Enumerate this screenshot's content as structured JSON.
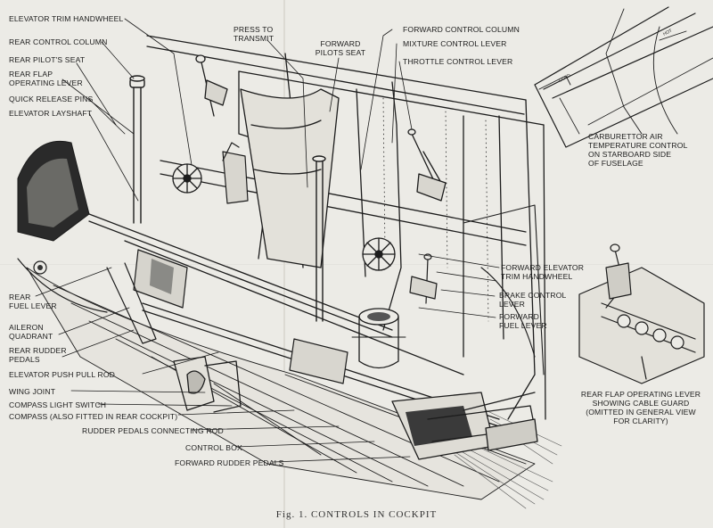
{
  "labels": {
    "elevator_trim_handwheel": "ELEVATOR TRIM HANDWHEEL",
    "rear_control_column": "REAR CONTROL COLUMN",
    "rear_pilots_seat": "REAR PILOT'S SEAT",
    "rear_flap_operating_lever": [
      "REAR FLAP",
      "OPERATING LEVER"
    ],
    "quick_release_pins": "QUICK RELEASE PINS",
    "elevator_layshaft": "ELEVATOR LAYSHAFT",
    "press_to_transmit": [
      "PRESS TO",
      "TRANSMIT"
    ],
    "forward_pilots_seat": [
      "FORWARD",
      "PILOTS SEAT"
    ],
    "forward_control_column": "FORWARD CONTROL COLUMN",
    "mixture_control_lever": "MIXTURE CONTROL LEVER",
    "throttle_control_lever": "THROTTLE CONTROL LEVER",
    "carburettor_air": [
      "CARBURETTOR AIR",
      "TEMPERATURE CONTROL",
      "ON STARBOARD SIDE",
      "OF FUSELAGE"
    ],
    "forward_elevator_trim_handwheel": [
      "FORWARD ELEVATOR",
      "TRIM HANDWHEEL"
    ],
    "brake_control_lever": [
      "BRAKE CONTROL",
      "LEVER"
    ],
    "forward_fuel_lever": [
      "FORWARD",
      "FUEL LEVER"
    ],
    "rear_fuel_lever": [
      "REAR",
      "FUEL LEVER"
    ],
    "aileron_quadrant": [
      "AILERON",
      "QUADRANT"
    ],
    "rear_rudder_pedals": [
      "REAR RUDDER",
      "PEDALS"
    ],
    "elevator_push_pull_rod": "ELEVATOR PUSH PULL ROD",
    "wing_joint": "WING JOINT",
    "compass_light_switch": "COMPASS LIGHT SWITCH",
    "compass": "COMPASS (ALSO FITTED IN REAR COCKPIT)",
    "rudder_pedals_connecting_rod": "RUDDER PEDALS CONNECTING ROD",
    "control_box": "CONTROL BOX",
    "forward_rudder_pedals": "FORWARD RUDDER PEDALS",
    "rear_flap_inset": [
      "REAR FLAP OPERATING LEVER",
      "SHOWING CABLE GUARD",
      "(OMITTED IN GENERAL VIEW",
      "FOR CLARITY)"
    ]
  },
  "caption": "Fig. 1. CONTROLS IN COCKPIT",
  "colors": {
    "ink": "#1c1c1c",
    "paper": "#ecebe6",
    "shade": "#8a8a86"
  }
}
